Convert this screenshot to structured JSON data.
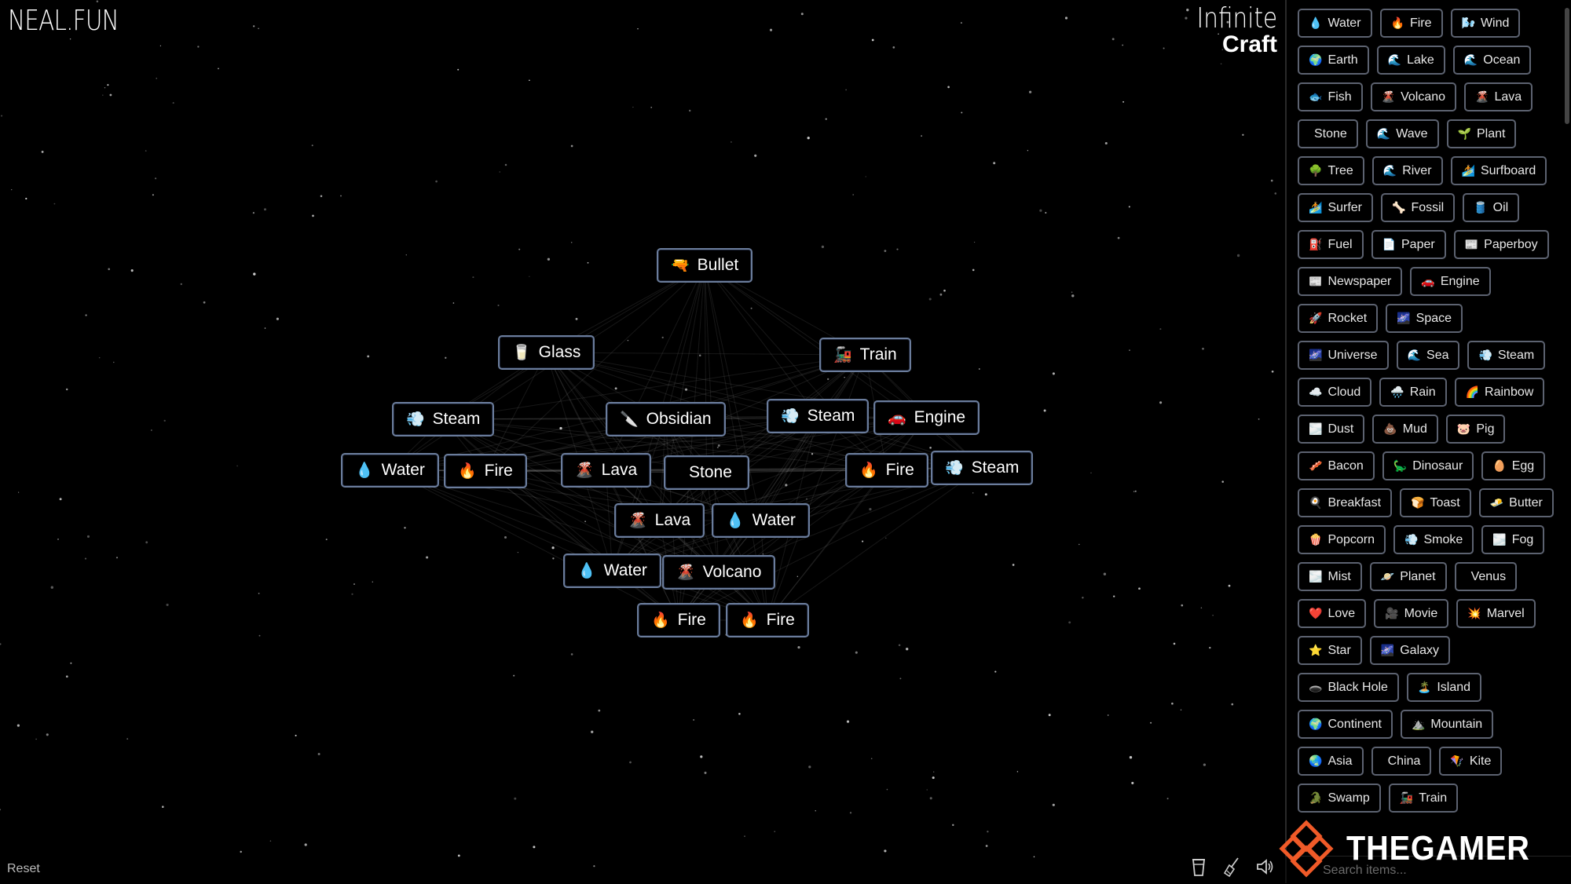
{
  "app": {
    "logo": "NEAL.FUN",
    "title_line1": "Infinite",
    "title_line2": "Craft"
  },
  "canvas": {
    "reset_label": "Reset",
    "nodes": [
      {
        "emoji": "🔫",
        "label": "Bullet"
      },
      {
        "emoji": "🥛",
        "label": "Glass"
      },
      {
        "emoji": "🚂",
        "label": "Train"
      },
      {
        "emoji": "💨",
        "label": "Steam"
      },
      {
        "emoji": "🔪",
        "label": "Obsidian"
      },
      {
        "emoji": "💨",
        "label": "Steam"
      },
      {
        "emoji": "🚗",
        "label": "Engine"
      },
      {
        "emoji": "💧",
        "label": "Water"
      },
      {
        "emoji": "🔥",
        "label": "Fire"
      },
      {
        "emoji": "🌋",
        "label": "Lava"
      },
      {
        "emoji": "",
        "label": "Stone"
      },
      {
        "emoji": "🔥",
        "label": "Fire"
      },
      {
        "emoji": "💨",
        "label": "Steam"
      },
      {
        "emoji": "🌋",
        "label": "Lava"
      },
      {
        "emoji": "💧",
        "label": "Water"
      },
      {
        "emoji": "💧",
        "label": "Water"
      },
      {
        "emoji": "🌋",
        "label": "Volcano"
      },
      {
        "emoji": "🔥",
        "label": "Fire"
      },
      {
        "emoji": "🔥",
        "label": "Fire"
      }
    ]
  },
  "sidebar": {
    "items": [
      {
        "emoji": "💧",
        "label": "Water"
      },
      {
        "emoji": "🔥",
        "label": "Fire"
      },
      {
        "emoji": "🌬️",
        "label": "Wind"
      },
      {
        "emoji": "🌍",
        "label": "Earth"
      },
      {
        "emoji": "🌊",
        "label": "Lake"
      },
      {
        "emoji": "🌊",
        "label": "Ocean"
      },
      {
        "emoji": "🐟",
        "label": "Fish"
      },
      {
        "emoji": "🌋",
        "label": "Volcano"
      },
      {
        "emoji": "🌋",
        "label": "Lava"
      },
      {
        "emoji": "",
        "label": "Stone"
      },
      {
        "emoji": "🌊",
        "label": "Wave"
      },
      {
        "emoji": "🌱",
        "label": "Plant"
      },
      {
        "emoji": "🌳",
        "label": "Tree"
      },
      {
        "emoji": "🌊",
        "label": "River"
      },
      {
        "emoji": "🏄",
        "label": "Surfboard"
      },
      {
        "emoji": "🏄",
        "label": "Surfer"
      },
      {
        "emoji": "🦴",
        "label": "Fossil"
      },
      {
        "emoji": "🛢️",
        "label": "Oil"
      },
      {
        "emoji": "⛽",
        "label": "Fuel"
      },
      {
        "emoji": "📄",
        "label": "Paper"
      },
      {
        "emoji": "📰",
        "label": "Paperboy"
      },
      {
        "emoji": "📰",
        "label": "Newspaper"
      },
      {
        "emoji": "🚗",
        "label": "Engine"
      },
      {
        "emoji": "🚀",
        "label": "Rocket"
      },
      {
        "emoji": "🌌",
        "label": "Space"
      },
      {
        "emoji": "🌌",
        "label": "Universe"
      },
      {
        "emoji": "🌊",
        "label": "Sea"
      },
      {
        "emoji": "💨",
        "label": "Steam"
      },
      {
        "emoji": "☁️",
        "label": "Cloud"
      },
      {
        "emoji": "🌧️",
        "label": "Rain"
      },
      {
        "emoji": "🌈",
        "label": "Rainbow"
      },
      {
        "emoji": "🌫️",
        "label": "Dust"
      },
      {
        "emoji": "💩",
        "label": "Mud"
      },
      {
        "emoji": "🐷",
        "label": "Pig"
      },
      {
        "emoji": "🥓",
        "label": "Bacon"
      },
      {
        "emoji": "🦕",
        "label": "Dinosaur"
      },
      {
        "emoji": "🥚",
        "label": "Egg"
      },
      {
        "emoji": "🍳",
        "label": "Breakfast"
      },
      {
        "emoji": "🍞",
        "label": "Toast"
      },
      {
        "emoji": "🧈",
        "label": "Butter"
      },
      {
        "emoji": "🍿",
        "label": "Popcorn"
      },
      {
        "emoji": "💨",
        "label": "Smoke"
      },
      {
        "emoji": "🌫️",
        "label": "Fog"
      },
      {
        "emoji": "🌫️",
        "label": "Mist"
      },
      {
        "emoji": "🪐",
        "label": "Planet"
      },
      {
        "emoji": "",
        "label": "Venus"
      },
      {
        "emoji": "❤️",
        "label": "Love"
      },
      {
        "emoji": "🎥",
        "label": "Movie"
      },
      {
        "emoji": "💥",
        "label": "Marvel"
      },
      {
        "emoji": "⭐",
        "label": "Star"
      },
      {
        "emoji": "🌌",
        "label": "Galaxy"
      },
      {
        "emoji": "🕳️",
        "label": "Black Hole"
      },
      {
        "emoji": "🏝️",
        "label": "Island"
      },
      {
        "emoji": "🌍",
        "label": "Continent"
      },
      {
        "emoji": "⛰️",
        "label": "Mountain"
      },
      {
        "emoji": "🌏",
        "label": "Asia"
      },
      {
        "emoji": "",
        "label": "China"
      },
      {
        "emoji": "🪁",
        "label": "Kite"
      },
      {
        "emoji": "🐊",
        "label": "Swamp"
      },
      {
        "emoji": "🚂",
        "label": "Train"
      }
    ],
    "search_placeholder": "Search items...",
    "watermark": "THEGAMER"
  },
  "colors": {
    "background": "#000000",
    "node_border": "#6b7d9c",
    "item_border": "#5c6270",
    "watermark_orange": "#f05a28"
  },
  "icons": {
    "tool_1": "cup-icon",
    "tool_2": "broom-icon",
    "tool_3": "sound-icon",
    "watermark": "thegamer-logo-icon"
  }
}
